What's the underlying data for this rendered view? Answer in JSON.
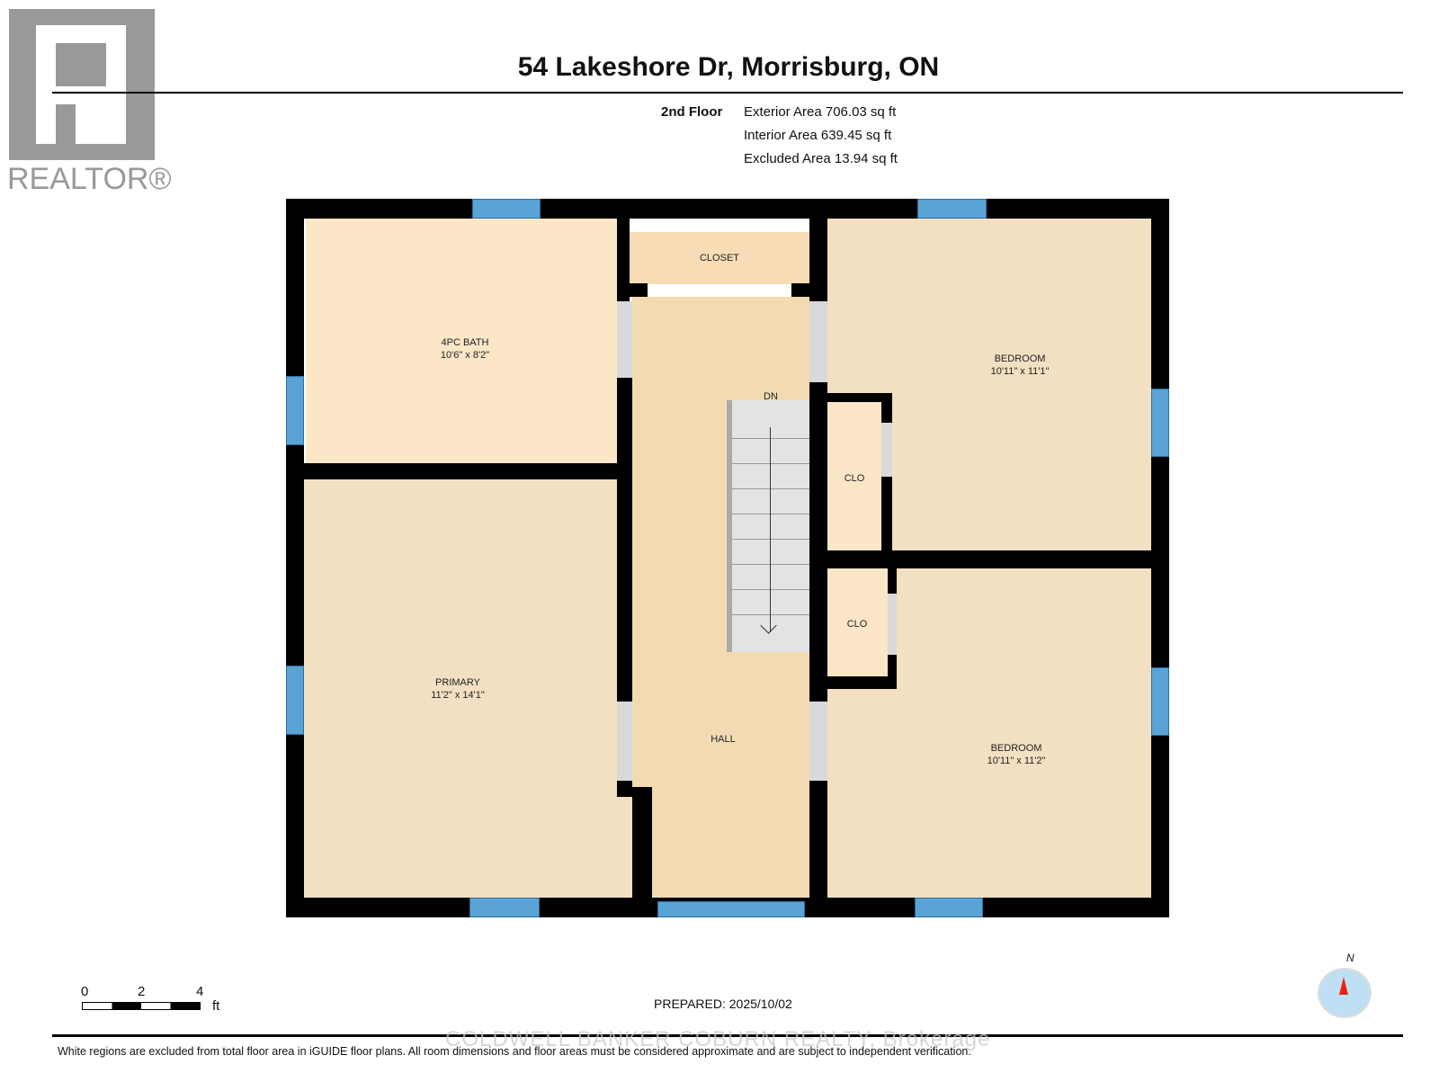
{
  "logo": {
    "text": "REALTOR®"
  },
  "title": "54 Lakeshore Dr, Morrisburg, ON",
  "areas": {
    "floor": "2nd Floor",
    "exterior": "Exterior Area 706.03 sq ft",
    "interior": "Interior Area 639.45 sq ft",
    "excluded": "Excluded Area 13.94 sq ft"
  },
  "rooms": [
    {
      "name": "4PC BATH",
      "dims": "10'6\" x 8'2\""
    },
    {
      "name": "CLOSET",
      "dims": ""
    },
    {
      "name": "BEDROOM",
      "dims": "10'11\" x 11'1\""
    },
    {
      "name": "CLO",
      "dims": ""
    },
    {
      "name": "CLO",
      "dims": ""
    },
    {
      "name": "PRIMARY",
      "dims": "11'2\" x 14'1\""
    },
    {
      "name": "HALL",
      "dims": ""
    },
    {
      "name": "BEDROOM",
      "dims": "10'11\" x 11'2\""
    }
  ],
  "stairs": {
    "label": "DN"
  },
  "scale": {
    "ticks": [
      "0",
      "2",
      "4"
    ],
    "unit": "ft"
  },
  "compass": {
    "label": "N"
  },
  "prepared": "PREPARED: 2025/10/02",
  "watermark": "COLDWELL BANKER COBURN REALTY, Brokerage",
  "disclaimer": "White regions are excluded from total floor area in iGUIDE floor plans. All room dimensions and floor areas must be considered approximate and are subject to independent verification.",
  "colors": {
    "wall": "#000000",
    "window": "#5aa3d6",
    "bath": "#fbe6c8",
    "room": "#f3dfc2",
    "hall": "#f2dbb3"
  }
}
